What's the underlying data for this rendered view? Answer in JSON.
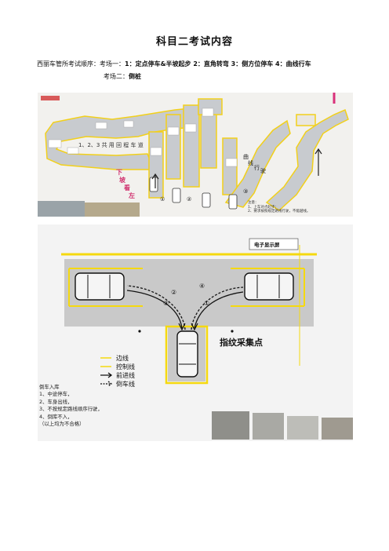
{
  "doc": {
    "title": "科目二考试内容",
    "line1_prefix": "西丽车管所考试顺序：考场一：",
    "line1_items": "1：定点停车&半坡起步 2：直角转弯 3：侧方位停车 4：曲线行车",
    "line2_prefix": "考场二：",
    "line2_items": "倒桩"
  },
  "figure1": {
    "shared_road": "1、2、3 共 用 回 程 车 道",
    "curve_label": [
      "曲",
      "线",
      "行",
      "驶"
    ],
    "handwritten": [
      "下",
      "坡",
      "看",
      "左"
    ],
    "circled": [
      "①",
      "②",
      "③"
    ],
    "notes_title": "注意：",
    "notes": [
      "1、上车对点起步；",
      "2、要求按照规定路线行驶，不能越线。"
    ]
  },
  "figure2": {
    "screen_label": "电子显示屏",
    "fingerprint_label": "指纹采集点",
    "steps": [
      "②",
      "③",
      "④",
      "①"
    ],
    "legend": [
      {
        "label": "边线",
        "color": "#f5d90f"
      },
      {
        "label": "控制线",
        "color": "#f5d90f"
      },
      {
        "label": "前进线",
        "color": "#111111"
      },
      {
        "label": "倒车线",
        "color": "#111111"
      }
    ],
    "rules_title": "倒车入库",
    "rules": [
      "1、中途停车，",
      "2、车身出线，",
      "3、不按规定路线顺序行驶，",
      "4、倒库不入，",
      "（以上均为不合格）"
    ]
  }
}
